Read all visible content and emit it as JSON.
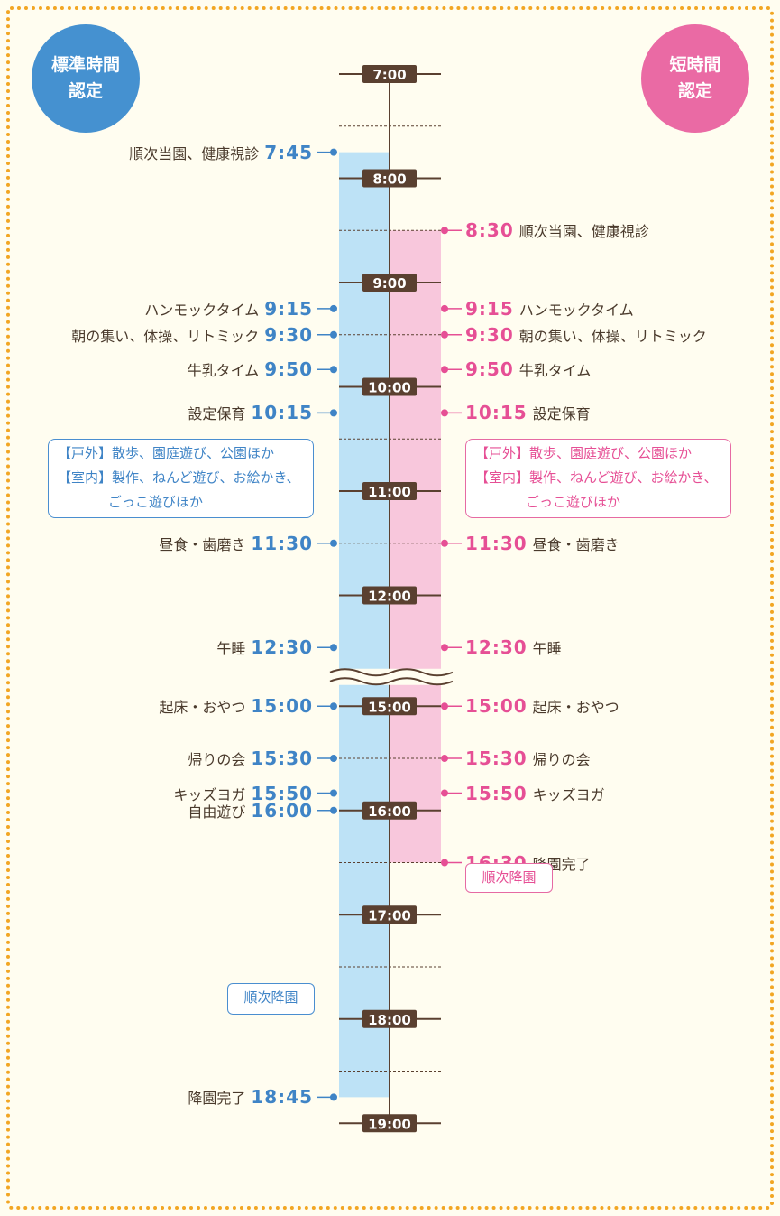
{
  "badges": {
    "standard": {
      "line1": "標準時間",
      "line2": "認定",
      "color": "#4591d0"
    },
    "short": {
      "line1": "短時間",
      "line2": "認定",
      "color": "#ea6aa4"
    }
  },
  "timeline": {
    "hours": [
      "7:00",
      "8:00",
      "9:00",
      "10:00",
      "11:00",
      "12:00",
      "15:00",
      "16:00",
      "17:00",
      "18:00",
      "19:00"
    ],
    "standard_band": {
      "start": "7:45",
      "end": "18:45",
      "color": "#bde2f6"
    },
    "short_band": {
      "start": "8:30",
      "end": "16:30",
      "color": "#f8c7dc"
    },
    "break_after": "12:30",
    "break_resume": "15:00"
  },
  "standard_events": [
    {
      "time": "7:45",
      "label": "順次当園、健康視診"
    },
    {
      "time": "9:15",
      "label": "ハンモックタイム"
    },
    {
      "time": "9:30",
      "label": "朝の集い、体操、リトミック"
    },
    {
      "time": "9:50",
      "label": "牛乳タイム"
    },
    {
      "time": "10:15",
      "label": "設定保育"
    },
    {
      "time": "11:30",
      "label": "昼食・歯磨き"
    },
    {
      "time": "12:30",
      "label": "午睡"
    },
    {
      "time": "15:00",
      "label": "起床・おやつ"
    },
    {
      "time": "15:30",
      "label": "帰りの会"
    },
    {
      "time": "15:50",
      "label": "キッズヨガ"
    },
    {
      "time": "16:00",
      "label": "自由遊び"
    },
    {
      "time": "18:45",
      "label": "降園完了"
    }
  ],
  "short_events": [
    {
      "time": "8:30",
      "label": "順次当園、健康視診"
    },
    {
      "time": "9:15",
      "label": "ハンモックタイム"
    },
    {
      "time": "9:30",
      "label": "朝の集い、体操、リトミック"
    },
    {
      "time": "9:50",
      "label": "牛乳タイム"
    },
    {
      "time": "10:15",
      "label": "設定保育"
    },
    {
      "time": "11:30",
      "label": "昼食・歯磨き"
    },
    {
      "time": "12:30",
      "label": "午睡"
    },
    {
      "time": "15:00",
      "label": "起床・おやつ"
    },
    {
      "time": "15:30",
      "label": "帰りの会"
    },
    {
      "time": "15:50",
      "label": "キッズヨガ"
    },
    {
      "time": "16:30",
      "label": "降園完了"
    }
  ],
  "notes": {
    "standard": {
      "line1": "【戸外】散歩、園庭遊び、公園ほか",
      "line2": "【室内】製作、ねんど遊び、お絵かき、",
      "line3": "ごっこ遊びほか"
    },
    "short": {
      "line1": "【戸外】散歩、園庭遊び、公園ほか",
      "line2": "【室内】製作、ねんど遊び、お絵かき、",
      "line3": "ごっこ遊びほか"
    }
  },
  "tags": {
    "standard_pickup": "順次降園",
    "short_pickup": "順次降園"
  },
  "colors": {
    "axis": "#5a4030",
    "blue": "#3f84c6",
    "pink": "#e64f95",
    "border": "#f2a623"
  }
}
